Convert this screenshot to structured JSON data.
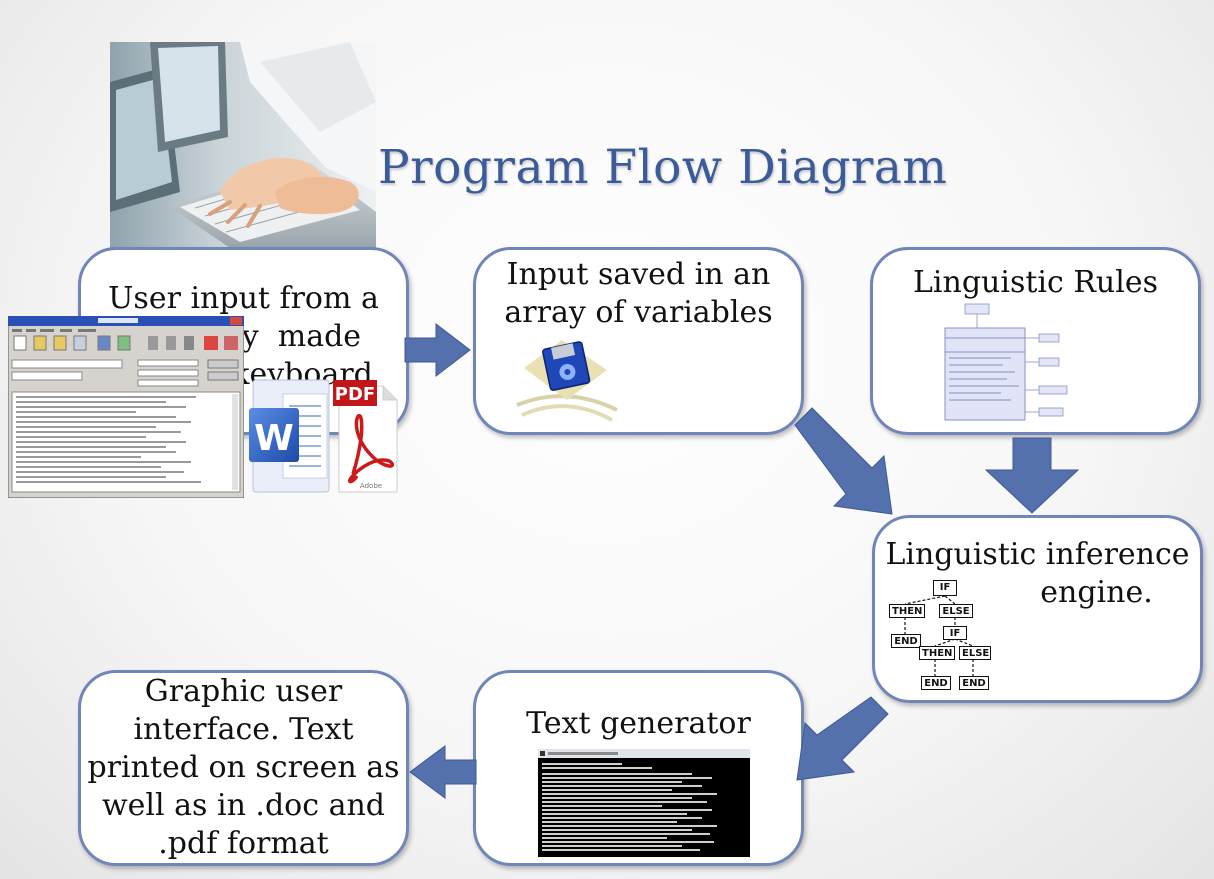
{
  "title": "Program Flow Diagram",
  "boxes": {
    "user_input": [
      "User input from a",
      "specially  made",
      "symbol keyboard"
    ],
    "input_saved": [
      "Input saved in an",
      "array of variables"
    ],
    "linguistic_rules": "Linguistic Rules",
    "inference_engine": [
      "Linguistic inference",
      "engine."
    ],
    "text_generator": "Text generator",
    "gui": [
      "Graphic user",
      "interface. Text",
      "printed on screen as",
      "well as in .doc and",
      ".pdf format"
    ]
  },
  "decision_tree": {
    "if": "IF",
    "then": "THEN",
    "else": "ELSE",
    "end": "END"
  },
  "pdf_badge": "PDF",
  "adobe_label": "Adobe",
  "word_letter": "W",
  "colors": {
    "box_border": "#7186b8",
    "arrow": "#5470ad",
    "title": "#3b5b9a"
  }
}
